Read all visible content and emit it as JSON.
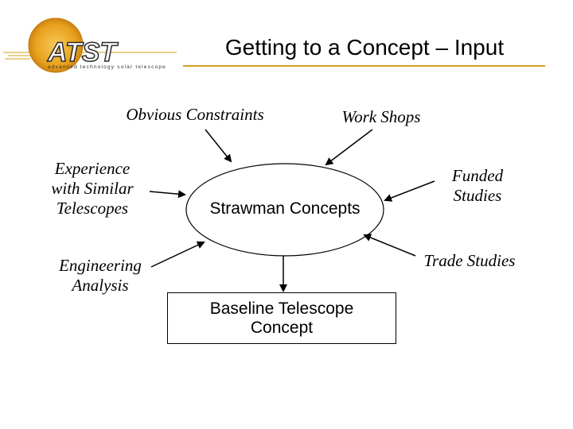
{
  "header": {
    "title": "Getting to a Concept – Input",
    "logo_text": "ATST",
    "logo_tagline": "advanced technology solar telescope",
    "accent_color": "#d4a11a"
  },
  "diagram": {
    "center": "Strawman Concepts",
    "output": "Baseline Telescope\nConcept",
    "inputs": {
      "obvious_constraints": "Obvious Constraints",
      "work_shops": "Work Shops",
      "experience": "Experience\nwith Similar\nTelescopes",
      "funded_studies": "Funded\nStudies",
      "engineering": "Engineering\nAnalysis",
      "trade_studies": "Trade Studies"
    }
  }
}
